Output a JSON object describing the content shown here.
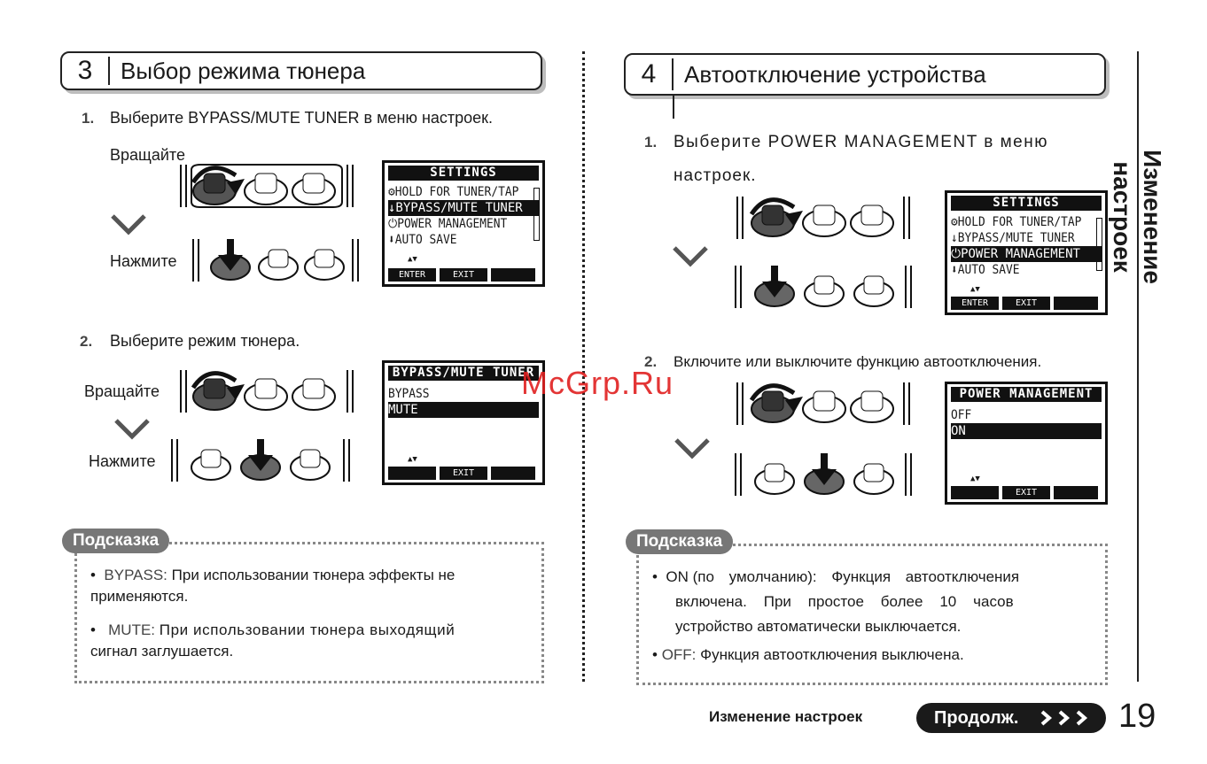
{
  "left": {
    "section_num": "3",
    "section_title": "Выбор режима тюнера",
    "step1_num": "1.",
    "step1_text": "Выберите BYPASS/MUTE TUNER в меню настроек.",
    "rotate": "Вращайте",
    "press": "Нажмите",
    "step2_num": "2.",
    "step2_text": "Выберите режим тюнера.",
    "rotate2": "Вращайте",
    "press2": "Нажмите",
    "lcd1": {
      "title": "SETTINGS",
      "lines": [
        "⚙HOLD FOR TUNER/TAP",
        "↓BYPASS/MUTE TUNER",
        "⏻POWER MANAGEMENT",
        "⬇AUTO SAVE"
      ],
      "arrows": "▲▼",
      "enter": "ENTER",
      "exit": "EXIT"
    },
    "lcd2": {
      "title": "BYPASS/MUTE TUNER",
      "lines": [
        "BYPASS",
        "MUTE"
      ],
      "arrows": "▲▼",
      "exit": "EXIT"
    },
    "hint_label": "Подсказка",
    "hint1_key": "BYPASS:",
    "hint1_text": "При использовании тюнера эффекты не",
    "hint1_text2": "применяются.",
    "hint2_key": "MUTE:",
    "hint2_text": "При использовании тюнера выходящий",
    "hint2_text2": "сигнал заглушается."
  },
  "right": {
    "section_num": "4",
    "section_title": "Автоотключение устройства",
    "step1_num": "1.",
    "step1_text": "Выберите POWER MANAGEMENT в меню",
    "step1_text2": "настроек.",
    "step2_num": "2.",
    "step2_text": "Включите или выключите функцию автоотключения.",
    "lcd1": {
      "title": "SETTINGS",
      "lines": [
        "⚙HOLD FOR TUNER/TAP",
        "↓BYPASS/MUTE TUNER",
        "⏻POWER MANAGEMENT",
        "⬇AUTO SAVE"
      ],
      "arrows": "▲▼",
      "enter": "ENTER",
      "exit": "EXIT"
    },
    "lcd2": {
      "title": "POWER MANAGEMENT",
      "lines": [
        "OFF",
        "ON"
      ],
      "arrows": "▲▼",
      "exit": "EXIT"
    },
    "hint_label": "Подсказка",
    "hint1_key": "ON",
    "hint1_text": "(по умолчанию): Функция автоотключения",
    "hint1_text2": "включена.    При    простое    более    10    часов",
    "hint1_text3": "устройство автоматически выключается.",
    "hint2_key": "OFF:",
    "hint2_text": "Функция автоотключения выключена."
  },
  "side_tab": "Изменение настроек",
  "watermark": "McGrp.Ru",
  "footer": {
    "section": "Изменение настроек",
    "continue": "Продолж.",
    "page": "19"
  },
  "colors": {
    "watermark": "#e02020",
    "hint_label_bg": "#777777",
    "footer_pill": "#1a1a1a"
  }
}
